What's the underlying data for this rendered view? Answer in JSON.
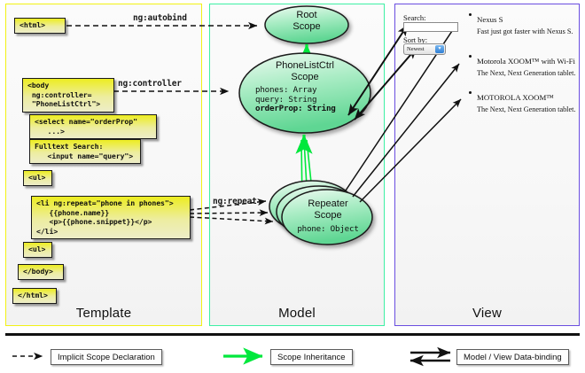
{
  "panels": [
    {
      "key": "template",
      "label": "Template"
    },
    {
      "key": "model",
      "label": "Model"
    },
    {
      "key": "view",
      "label": "View"
    }
  ],
  "colors": {
    "template_border": "#f2f215",
    "model_border": "#3ef0a5",
    "view_border": "#6a4ee0",
    "scope_fill_light": "#e8f8ee",
    "scope_fill_mid": "#7fe0a5",
    "inheritance_arrow": "#00e83c",
    "code_box_fill": "#ededa0",
    "line": "#1a1a1a"
  },
  "template": {
    "boxes": [
      {
        "name": "html-open",
        "text": "<html>"
      },
      {
        "name": "body-open",
        "text": "<body\n ng:controller=\n \"PhoneListCtrl\">"
      },
      {
        "name": "select",
        "text": "<select name=\"orderProp\"\n   ...>"
      },
      {
        "name": "fulltext",
        "text": "Fulltext Search:\n   <input name=\"query\">"
      },
      {
        "name": "ul-open",
        "text": "<ul>"
      },
      {
        "name": "li-repeat",
        "text": "<li ng:repeat=\"phone in phones\">\n   {{phone.name}}\n   <p>{{phone.snippet}}</p>\n</li>"
      },
      {
        "name": "ul-close",
        "text": "<ul>"
      },
      {
        "name": "body-close",
        "text": "</body>"
      },
      {
        "name": "html-close",
        "text": "</html>"
      }
    ]
  },
  "connectors": [
    {
      "name": "ng-autobind",
      "label": "ng:autobind"
    },
    {
      "name": "ng-controller",
      "label": "ng:controller"
    },
    {
      "name": "ng-repeat",
      "label": "ng:repeat"
    }
  ],
  "model": {
    "scopes": [
      {
        "name": "root-scope",
        "title_line1": "Root",
        "title_line2": "Scope",
        "props": []
      },
      {
        "name": "phonelistctrl-scope",
        "title_line1": "PhoneListCtrl",
        "title_line2": "Scope",
        "props": [
          {
            "text": "phones: Array",
            "bold": false
          },
          {
            "text": "query: String",
            "bold": false
          },
          {
            "text": "orderProp: String",
            "bold": true
          }
        ]
      },
      {
        "name": "repeater-scope",
        "title_line1": "Repeater",
        "title_line2": "Scope",
        "props": [
          {
            "text": "phone: Object",
            "bold": false
          }
        ]
      }
    ]
  },
  "view": {
    "search_label": "Search:",
    "search_value": "",
    "sort_label": "Sort by:",
    "sort_selected": "Newest",
    "sort_options": [
      "Newest"
    ],
    "phones": [
      {
        "name": "Nexus S",
        "snippet": "Fast just got faster with Nexus S."
      },
      {
        "name": "Motorola XOOM™ with Wi-Fi",
        "snippet": "The Next, Next Generation tablet."
      },
      {
        "name": "MOTOROLA XOOM™",
        "snippet": "The Next, Next Generation tablet."
      }
    ]
  },
  "legend": [
    {
      "name": "implicit-scope-declaration",
      "label": "Implicit Scope Declaration",
      "style": "dashed-black-arrow"
    },
    {
      "name": "scope-inheritance",
      "label": "Scope Inheritance",
      "style": "solid-green-arrow"
    },
    {
      "name": "model-view-data-binding",
      "label": "Model / View Data-binding",
      "style": "double-black-arrow"
    }
  ]
}
